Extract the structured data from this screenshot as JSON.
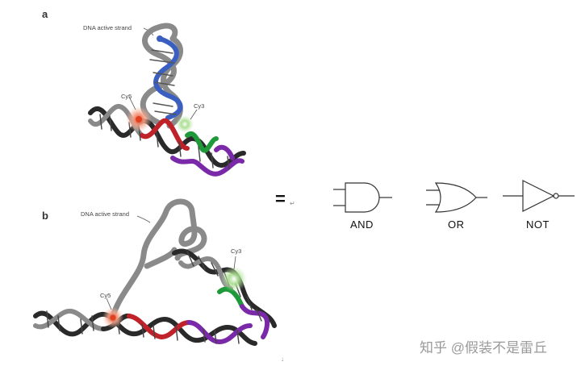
{
  "panel_a": {
    "letter": "a",
    "annotation_strand": "DNA active strand",
    "label_cy5": "Cy5",
    "label_cy3": "Cy3"
  },
  "panel_b": {
    "letter": "b",
    "annotation_strand": "DNA active strand",
    "label_cy5": "Cy5",
    "label_cy3": "Cy3"
  },
  "equals_sign": "=",
  "return_mark": "↵",
  "down_mark": "↓",
  "gates": [
    {
      "label": "AND",
      "icon": "and-gate-icon"
    },
    {
      "label": "OR",
      "icon": "or-gate-icon"
    },
    {
      "label": "NOT",
      "icon": "not-gate-icon"
    }
  ],
  "watermark": "知乎 @假装不是雷丘",
  "colors": {
    "strand_gray": "#8a8a8a",
    "strand_dark": "#2a2a2a",
    "blue": "#3a5fc0",
    "red": "#c0222a",
    "green": "#1f9a3a",
    "purple": "#7a2aa8",
    "cy5_glow": "#f08a6a",
    "cy3_glow": "#8fd07a"
  }
}
